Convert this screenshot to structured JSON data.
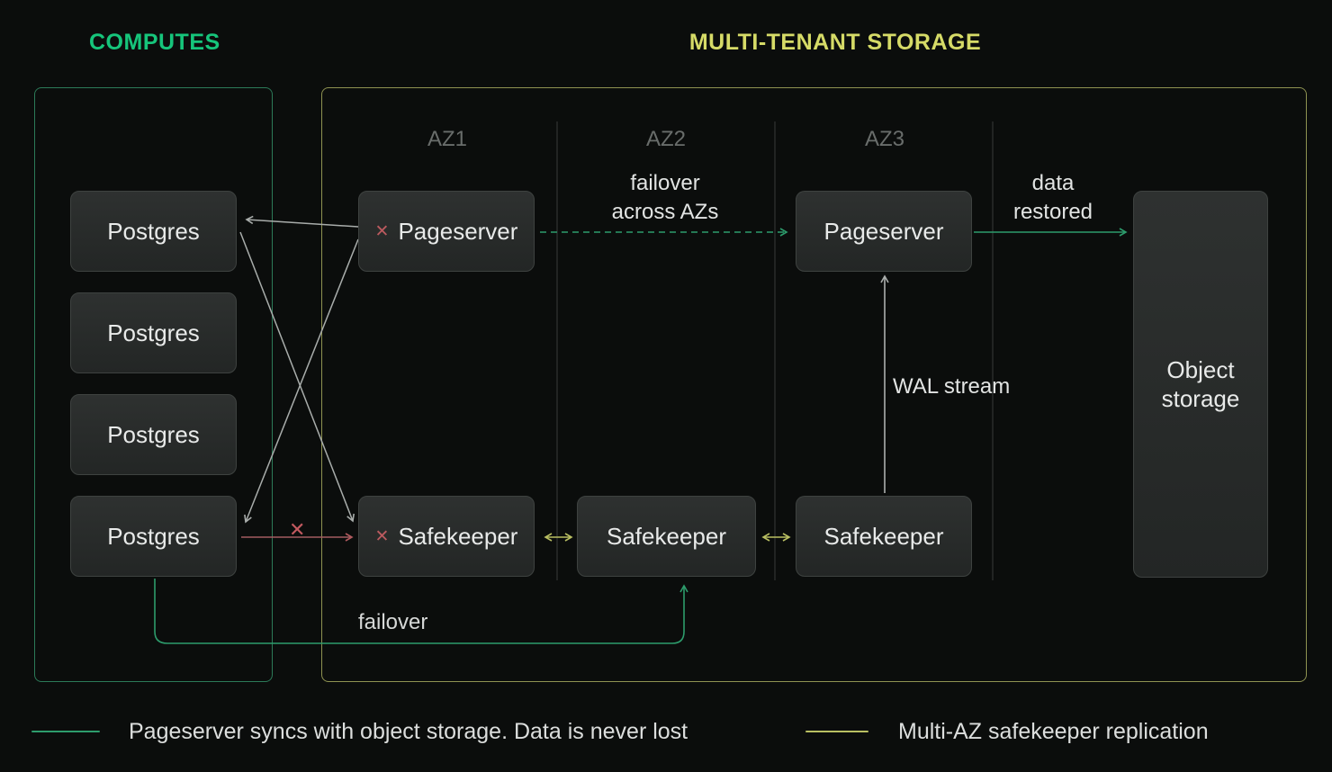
{
  "header": {
    "computes": "COMPUTES",
    "storage": "MULTI-TENANT STORAGE"
  },
  "computes": {
    "nodes": [
      {
        "label": "Postgres"
      },
      {
        "label": "Postgres"
      },
      {
        "label": "Postgres"
      },
      {
        "label": "Postgres"
      }
    ]
  },
  "storage": {
    "az_headers": [
      {
        "label": "AZ1"
      },
      {
        "label": "AZ2"
      },
      {
        "label": "AZ3"
      }
    ],
    "nodes": {
      "pageserver_az1": {
        "label": "Pageserver",
        "failed_mark": "✕"
      },
      "pageserver_az3": {
        "label": "Pageserver"
      },
      "safekeeper_az1": {
        "label": "Safekeeper",
        "failed_mark": "✕"
      },
      "safekeeper_az2": {
        "label": "Safekeeper"
      },
      "safekeeper_az3": {
        "label": "Safekeeper"
      },
      "object_storage": {
        "label": "Object storage"
      }
    }
  },
  "annotations": {
    "failover_across_line1": "failover",
    "failover_across_line2": "across AZs",
    "data_restored_line1": "data",
    "data_restored_line2": "restored",
    "wal_stream": "WAL stream",
    "failover": "failover",
    "compute_failover_mark": "✕"
  },
  "legend": {
    "items": [
      {
        "label": "Pageserver syncs with object storage. Data is never lost",
        "color": "#2d9c6c"
      },
      {
        "label": "Multi-AZ safekeeper replication",
        "color": "#b9bf62"
      }
    ]
  },
  "colors": {
    "computes_accent": "#16c57b",
    "storage_accent": "#d6db67",
    "failed_red": "#bb5a5f",
    "arrow_gray": "#a9adab",
    "arrow_green": "#2d9c6c",
    "arrow_yellow": "#b9bf62"
  }
}
